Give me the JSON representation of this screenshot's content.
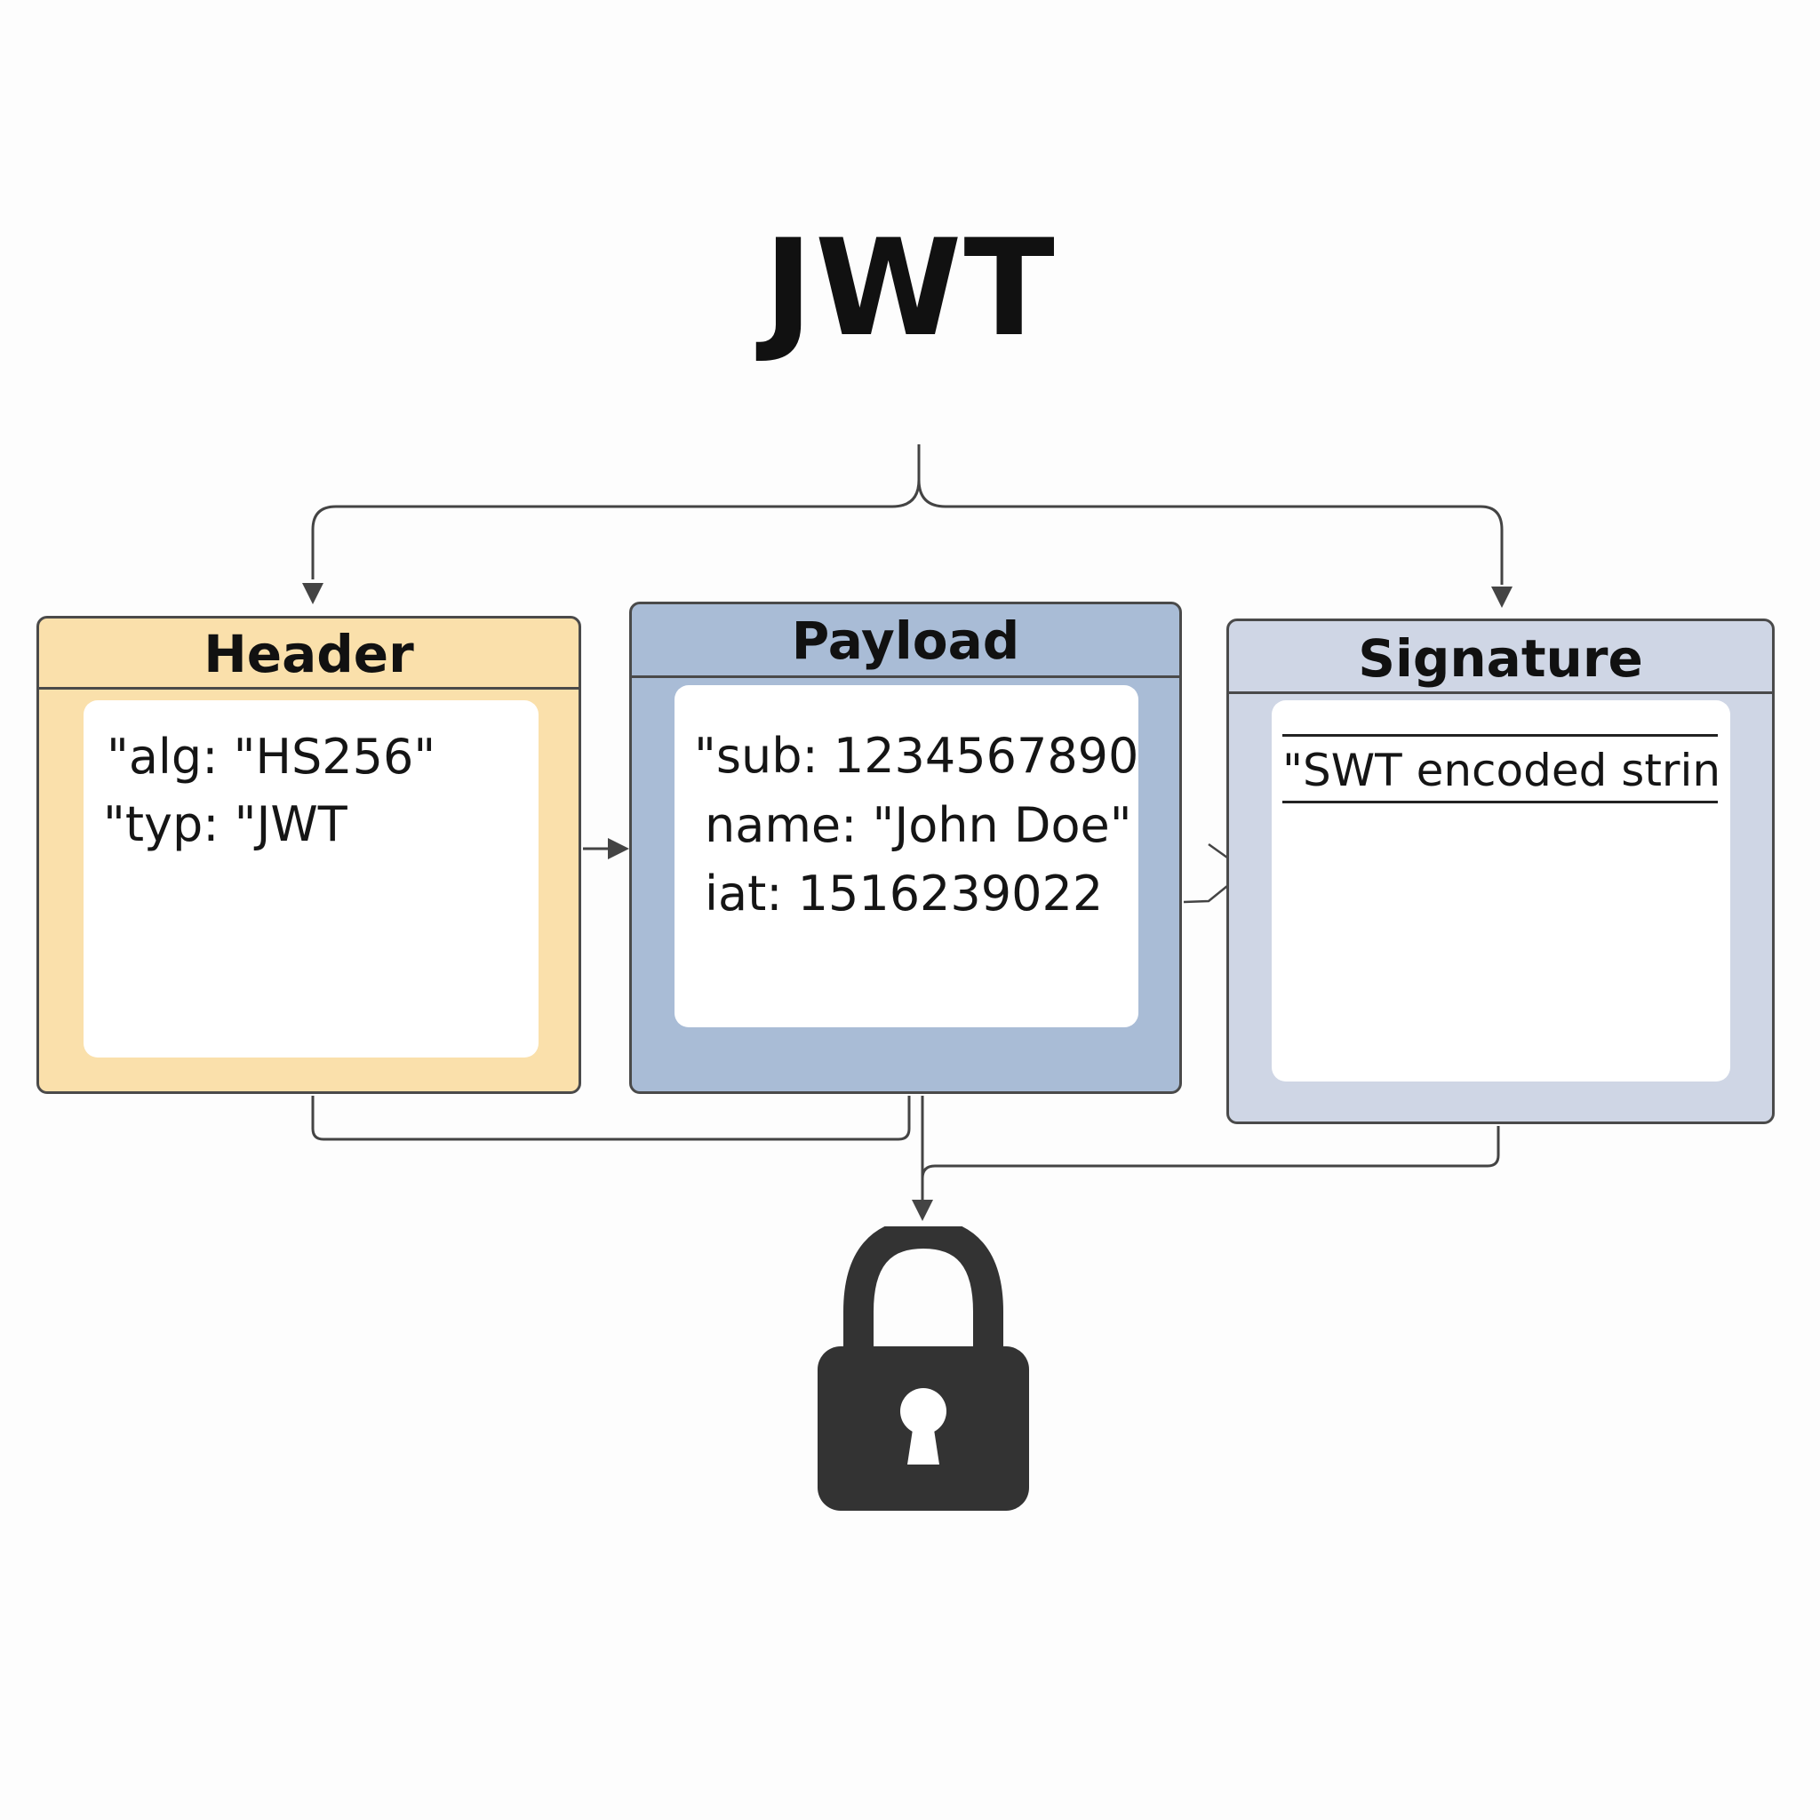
{
  "title": "JWT",
  "sections": {
    "header": {
      "label": "Header",
      "lines": [
        "\"alg: \"HS256\"",
        "\"typ: \"JWT"
      ]
    },
    "payload": {
      "label": "Payload",
      "lines": [
        "\"sub:  1234567890",
        "name: \"John Doe\"",
        "iat:   1516239022"
      ]
    },
    "signature": {
      "label": "Signature",
      "text": "\"SWT encoded string"
    }
  },
  "colors": {
    "header_fill": "#fae0ab",
    "payload_fill": "#a9bcd6",
    "signature_fill": "#cfd6e5",
    "outline": "#4a4a4a",
    "lock": "#333333"
  },
  "icons": {
    "lock": "padlock-icon"
  }
}
